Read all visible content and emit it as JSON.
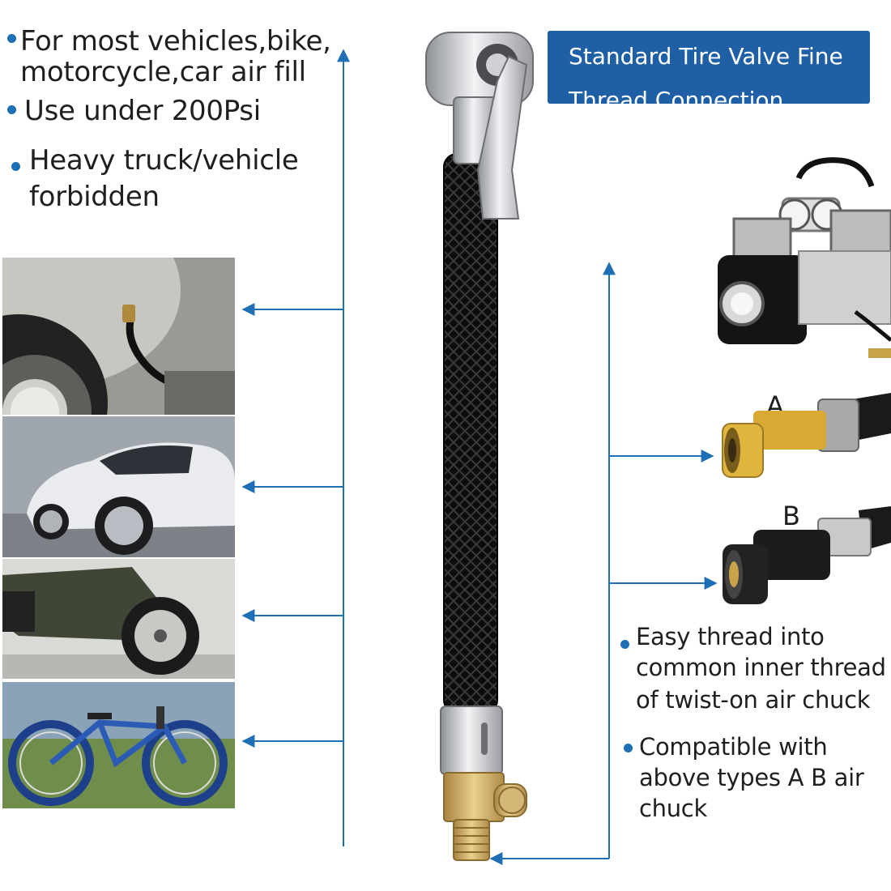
{
  "left_bullets": [
    {
      "lines": [
        "For most vehicles,bike,",
        "motorcycle,car air fill"
      ]
    },
    {
      "lines": [
        "Use under 200Psi"
      ]
    },
    {
      "lines": [
        "Heavy truck/vehicle",
        "forbidden"
      ]
    }
  ],
  "banner": {
    "lines": [
      "Standard Tire Valve Fine",
      "Thread Connection"
    ]
  },
  "chuck_labels": {
    "a": "A",
    "b": "B"
  },
  "right_bullets": [
    {
      "lines": [
        "Easy thread into",
        "common inner thread",
        "of twist-on air chuck"
      ]
    },
    {
      "lines": [
        "Compatible with",
        "above types A B air",
        "chuck"
      ]
    }
  ],
  "photos": [
    {
      "name": "tire-valve-photo"
    },
    {
      "name": "car-photo"
    },
    {
      "name": "motorcycle-photo"
    },
    {
      "name": "bicycle-photo"
    }
  ],
  "colors": {
    "accent_blue": "#1f5fa5",
    "arrow_blue": "#1e6fb6",
    "hose_black": "#111111",
    "brass": "#c9a34a"
  }
}
